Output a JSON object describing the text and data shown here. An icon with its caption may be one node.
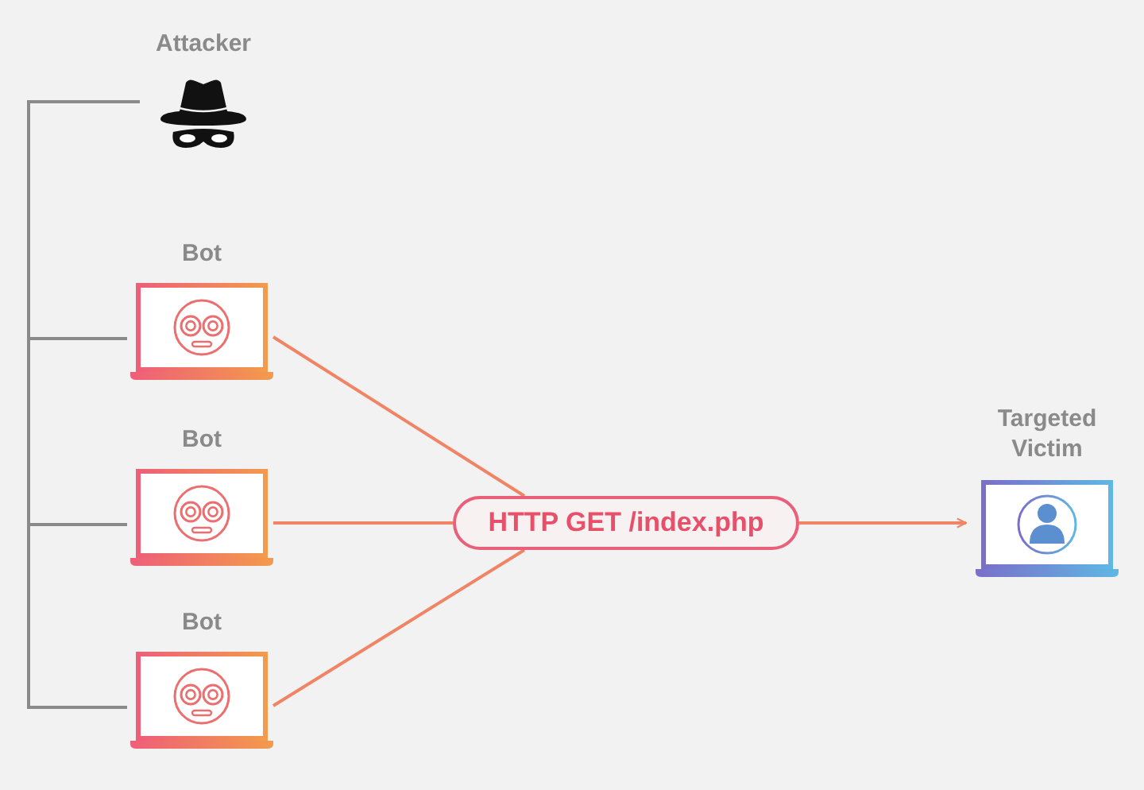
{
  "diagram": {
    "nodes": [
      {
        "text": [
          "Attacker"
        ]
      },
      {
        "text": [
          "Bot"
        ]
      },
      {
        "text": [
          "Bot"
        ]
      },
      {
        "text": [
          "Bot"
        ]
      },
      {
        "text": [
          "HTTP GET /index.php"
        ]
      },
      {
        "text": [
          "Targeted Victim"
        ]
      }
    ],
    "edges": [
      {
        "from": 0,
        "to": 1,
        "arrow": "none",
        "color": "#8a8a8a"
      },
      {
        "from": 0,
        "to": 2,
        "arrow": "none",
        "color": "#8a8a8a"
      },
      {
        "from": 0,
        "to": 3,
        "arrow": "none",
        "color": "#8a8a8a"
      },
      {
        "from": 1,
        "to": 4,
        "arrow": "none"
      },
      {
        "from": 2,
        "to": 4,
        "arrow": "none"
      },
      {
        "from": 3,
        "to": 4,
        "arrow": "none"
      },
      {
        "from": 4,
        "to": 5,
        "arrow": "to"
      }
    ]
  }
}
